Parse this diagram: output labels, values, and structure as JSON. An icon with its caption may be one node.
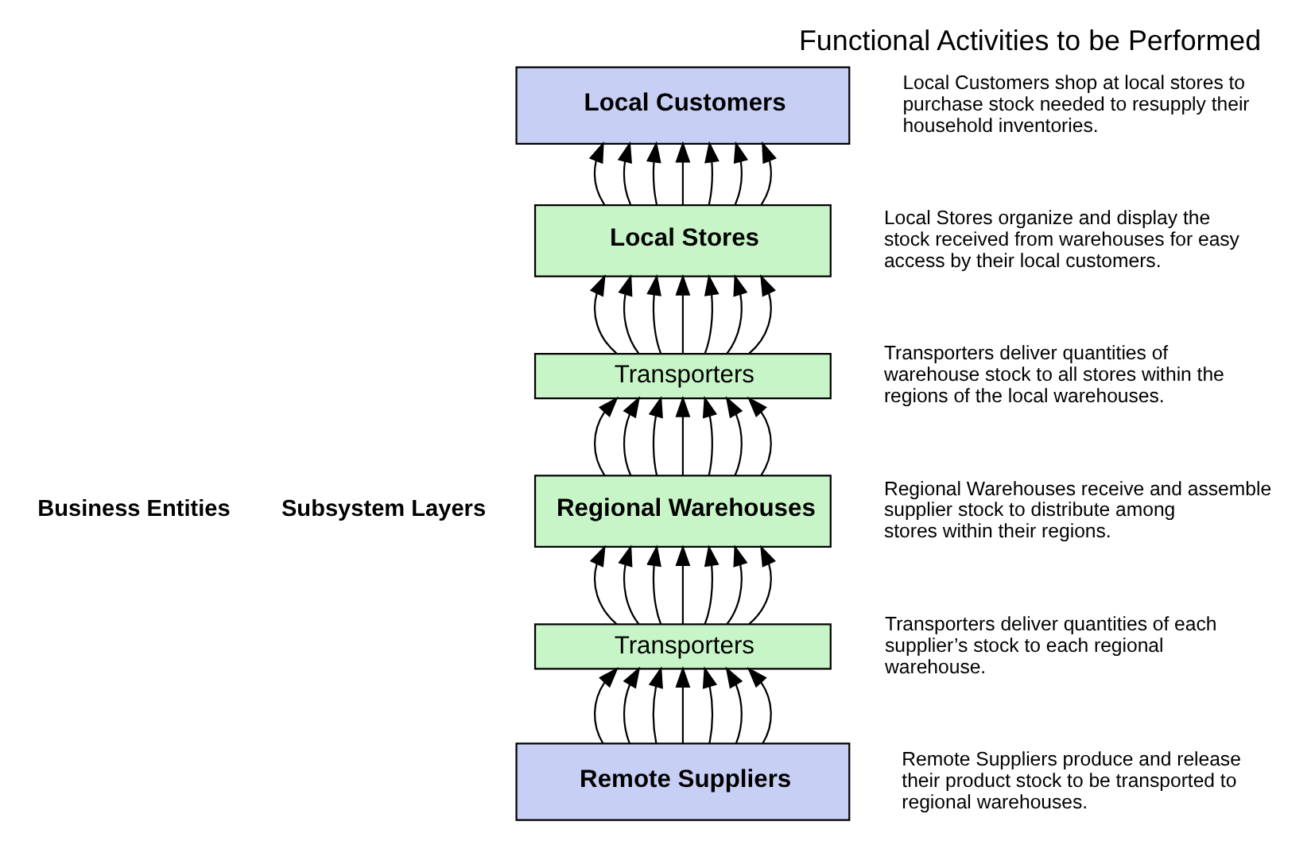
{
  "diagram": {
    "title": "Functional Activities to be Performed",
    "nodes": [
      {
        "text": [
          "Local Customers"
        ],
        "beside": [
          "Local Customers shop at local stores to purchase stock needed to resupply their household inventories."
        ]
      },
      {
        "text": [
          "Local Stores"
        ],
        "beside": [
          "Local Stores organize and display the stock received from warehouses for easy access by their local customers."
        ]
      },
      {
        "text": [
          "Transporters"
        ],
        "beside": [
          "Transporters deliver quantities of warehouse stock to all stores within the regions of the local warehouses."
        ]
      },
      {
        "text": [
          "Regional Warehouses"
        ],
        "beside": [
          "Regional Warehouses receive and assemble supplier stock to distribute among stores within their regions."
        ]
      },
      {
        "text": [
          "Transporters"
        ],
        "beside": [
          "Transporters deliver quantities of each supplier’s stock to each regional warehouse."
        ]
      },
      {
        "text": [
          "Remote Suppliers"
        ],
        "beside": [
          "Remote Suppliers produce and release their product stock to be transported to regional warehouses."
        ]
      }
    ],
    "edges": [
      {
        "from": 5,
        "to": 4,
        "arrow": "to"
      },
      {
        "from": 5,
        "to": 4,
        "arrow": "to"
      },
      {
        "from": 5,
        "to": 4,
        "arrow": "to"
      },
      {
        "from": 5,
        "to": 4,
        "arrow": "to"
      },
      {
        "from": 5,
        "to": 4,
        "arrow": "to"
      },
      {
        "from": 5,
        "to": 4,
        "arrow": "to"
      },
      {
        "from": 5,
        "to": 4,
        "arrow": "to"
      },
      {
        "from": 4,
        "to": 3,
        "arrow": "to"
      },
      {
        "from": 4,
        "to": 3,
        "arrow": "to"
      },
      {
        "from": 4,
        "to": 3,
        "arrow": "to"
      },
      {
        "from": 4,
        "to": 3,
        "arrow": "to"
      },
      {
        "from": 4,
        "to": 3,
        "arrow": "to"
      },
      {
        "from": 4,
        "to": 3,
        "arrow": "to"
      },
      {
        "from": 4,
        "to": 3,
        "arrow": "to"
      },
      {
        "from": 3,
        "to": 2,
        "arrow": "to"
      },
      {
        "from": 3,
        "to": 2,
        "arrow": "to"
      },
      {
        "from": 3,
        "to": 2,
        "arrow": "to"
      },
      {
        "from": 3,
        "to": 2,
        "arrow": "to"
      },
      {
        "from": 3,
        "to": 2,
        "arrow": "to"
      },
      {
        "from": 3,
        "to": 2,
        "arrow": "to"
      },
      {
        "from": 3,
        "to": 2,
        "arrow": "to"
      },
      {
        "from": 2,
        "to": 1,
        "arrow": "to"
      },
      {
        "from": 2,
        "to": 1,
        "arrow": "to"
      },
      {
        "from": 2,
        "to": 1,
        "arrow": "to"
      },
      {
        "from": 2,
        "to": 1,
        "arrow": "to"
      },
      {
        "from": 2,
        "to": 1,
        "arrow": "to"
      },
      {
        "from": 2,
        "to": 1,
        "arrow": "to"
      },
      {
        "from": 2,
        "to": 1,
        "arrow": "to"
      },
      {
        "from": 1,
        "to": 0,
        "arrow": "to"
      },
      {
        "from": 1,
        "to": 0,
        "arrow": "to"
      },
      {
        "from": 1,
        "to": 0,
        "arrow": "to"
      },
      {
        "from": 1,
        "to": 0,
        "arrow": "to"
      },
      {
        "from": 1,
        "to": 0,
        "arrow": "to"
      },
      {
        "from": 1,
        "to": 0,
        "arrow": "to"
      },
      {
        "from": 1,
        "to": 0,
        "arrow": "to"
      }
    ],
    "labels": [
      "Business Entities",
      "Subsystem Layers"
    ]
  }
}
